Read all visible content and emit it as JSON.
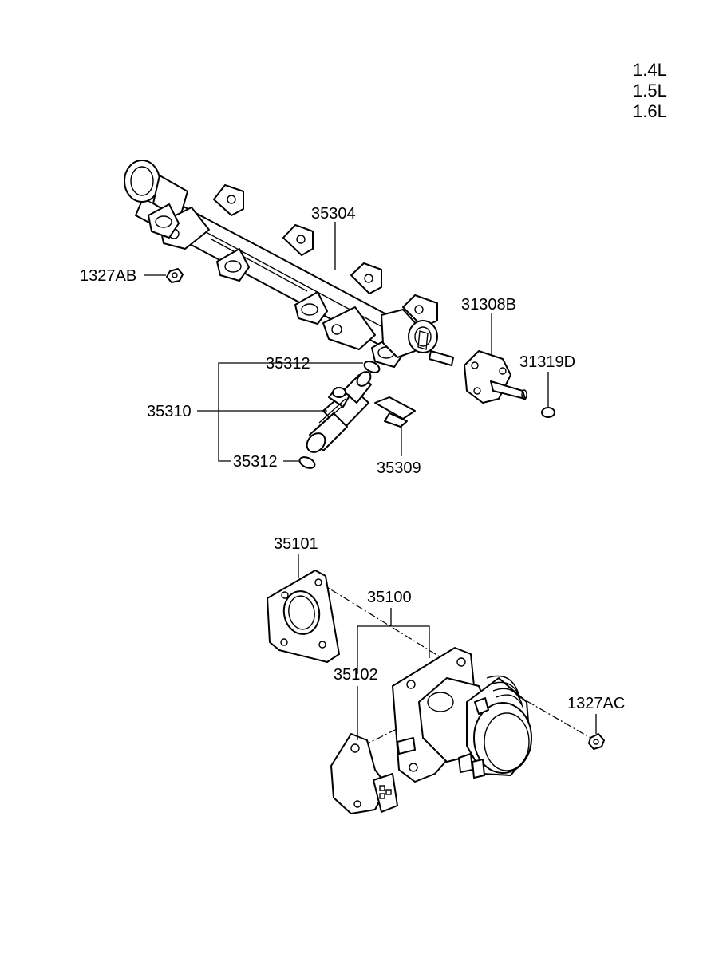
{
  "engine_sizes": [
    "1.4L",
    "1.5L",
    "1.6L"
  ],
  "parts": {
    "fuel_rail": "35304",
    "nut_top": "1327AB",
    "pressure_regulator": "31308B",
    "regulator_oring": "31319D",
    "injector_oring_upper": "35312",
    "injector_assembly": "35310",
    "injector_oring_lower": "35312",
    "injector_clip": "35309",
    "throttle_gasket": "35101",
    "throttle_body_assy": "35100",
    "throttle_position_sensor": "35102",
    "nut_bottom": "1327AC"
  }
}
